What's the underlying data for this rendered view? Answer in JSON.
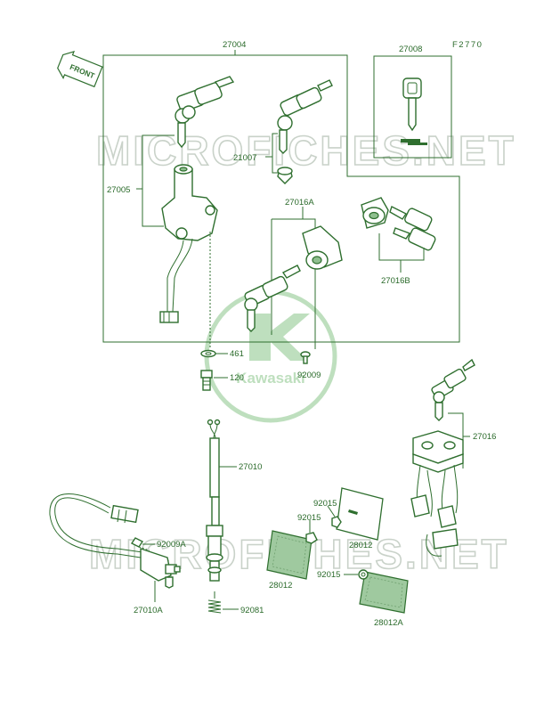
{
  "figure_code": "F2770",
  "front_label": "FRONT",
  "watermark": {
    "site_text": "MICROFICHES.NET",
    "logo_text": "Kawasaki"
  },
  "parts": {
    "p27004": "27004",
    "p27008": "27008",
    "p21007": "21007",
    "p27005": "27005",
    "p27016A": "27016A",
    "p27016B": "27016B",
    "p461": "461",
    "p120": "120",
    "p92009": "92009",
    "p27016": "27016",
    "p27010": "27010",
    "p92015a": "92015",
    "p92015b": "92015",
    "p92015c": "92015",
    "p28012a": "28012",
    "p28012b": "28012",
    "p92009A": "92009A",
    "p27010A": "27010A",
    "p92081": "92081",
    "p28012A": "28012A"
  }
}
